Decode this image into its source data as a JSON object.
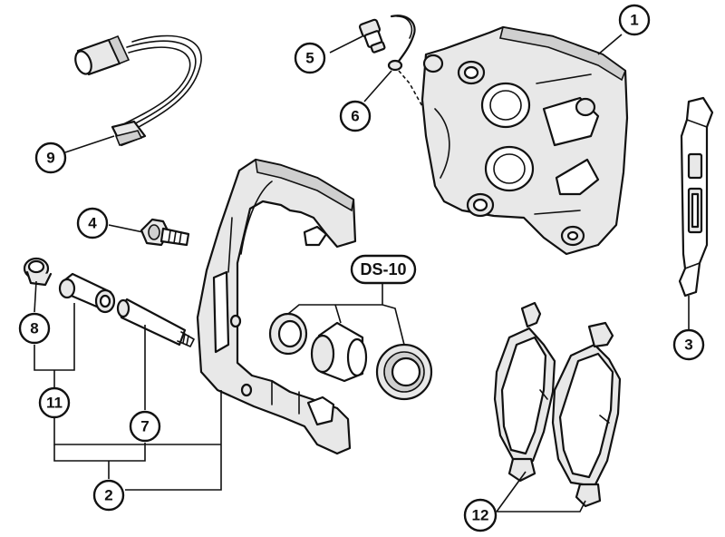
{
  "callouts": {
    "c1": "1",
    "c2": "2",
    "c3": "3",
    "c4": "4",
    "c5": "5",
    "c6": "6",
    "c7": "7",
    "c8": "8",
    "c9": "9",
    "c11": "11",
    "c12": "12"
  },
  "tool_label": "DS-10"
}
